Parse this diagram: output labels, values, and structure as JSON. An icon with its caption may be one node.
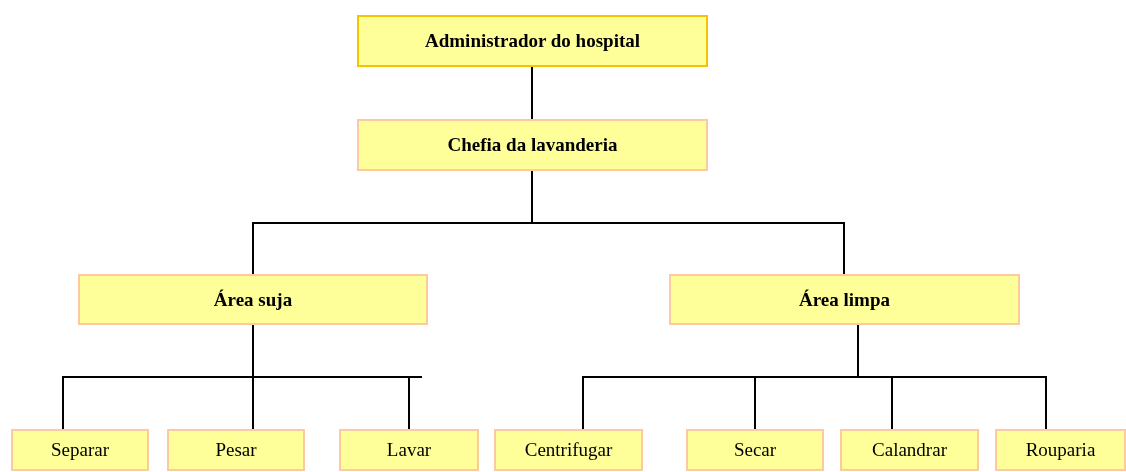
{
  "diagram": {
    "nodes": [
      {
        "text": [
          "Administrador do hospital"
        ]
      },
      {
        "text": [
          "Chefia da lavanderia"
        ]
      },
      {
        "text": [
          "Área suja"
        ]
      },
      {
        "text": [
          "Área limpa"
        ]
      },
      {
        "text": [
          "Separar"
        ]
      },
      {
        "text": [
          "Pesar"
        ]
      },
      {
        "text": [
          "Lavar"
        ]
      },
      {
        "text": [
          "Centrifugar"
        ]
      },
      {
        "text": [
          "Secar"
        ]
      },
      {
        "text": [
          "Calandrar"
        ]
      },
      {
        "text": [
          "Rouparia"
        ]
      }
    ],
    "edges": [
      {
        "from": 0,
        "to": 1,
        "arrow": "none"
      },
      {
        "from": 1,
        "to": 2,
        "arrow": "none"
      },
      {
        "from": 1,
        "to": 3,
        "arrow": "none"
      },
      {
        "from": 2,
        "to": 4,
        "arrow": "none"
      },
      {
        "from": 2,
        "to": 5,
        "arrow": "none"
      },
      {
        "from": 2,
        "to": 6,
        "arrow": "none"
      },
      {
        "from": 3,
        "to": 7,
        "arrow": "none"
      },
      {
        "from": 3,
        "to": 8,
        "arrow": "none"
      },
      {
        "from": 3,
        "to": 9,
        "arrow": "none"
      },
      {
        "from": 3,
        "to": 10,
        "arrow": "none"
      }
    ]
  }
}
